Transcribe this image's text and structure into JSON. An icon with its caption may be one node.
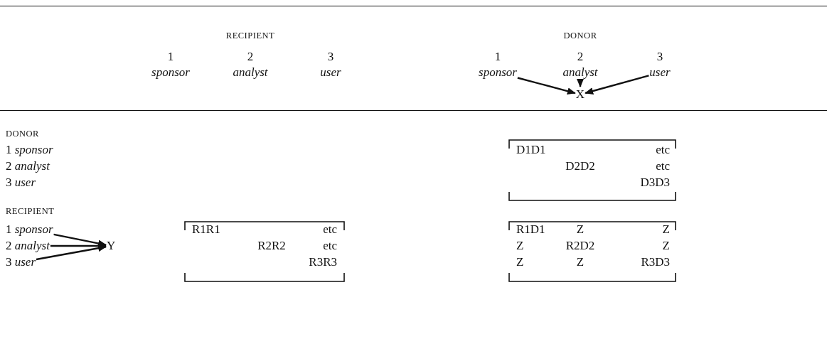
{
  "diagram": {
    "nodes": [
      {
        "text": [
          "sponsor"
        ]
      },
      {
        "text": [
          "analyst"
        ]
      },
      {
        "text": [
          "user"
        ]
      },
      {
        "text": [
          "X"
        ]
      },
      {
        "text": [
          "1 *sponsor*"
        ]
      },
      {
        "text": [
          "2 *analyst*"
        ]
      },
      {
        "text": [
          "3 *user*"
        ]
      },
      {
        "text": [
          "Y"
        ]
      }
    ],
    "edges": [
      {
        "from": 0,
        "to": 3,
        "arrow": "to"
      },
      {
        "from": 1,
        "to": 3,
        "arrow": "to"
      },
      {
        "from": 2,
        "to": 3,
        "arrow": "to"
      },
      {
        "from": 4,
        "to": 7,
        "arrow": "to"
      },
      {
        "from": 5,
        "to": 7,
        "arrow": "to"
      },
      {
        "from": 6,
        "to": 7,
        "arrow": "to"
      }
    ],
    "labels": [
      "RECIPIENT",
      "DONOR",
      "1",
      "2",
      "3",
      "1",
      "2",
      "3",
      "sponsor",
      "analyst",
      "user",
      "DONOR",
      "1 *sponsor*",
      "2 *analyst*",
      "3 *user*",
      "D1D1",
      "etc",
      "D2D2",
      "etc",
      "D3D3",
      "RECIPIENT",
      "R1R1",
      "etc",
      "R1D1",
      "Z",
      "Z",
      "R2R2",
      "etc",
      "Z",
      "R2D2",
      "Z",
      "R3R3",
      "Z",
      "Z",
      "R3D3"
    ]
  }
}
